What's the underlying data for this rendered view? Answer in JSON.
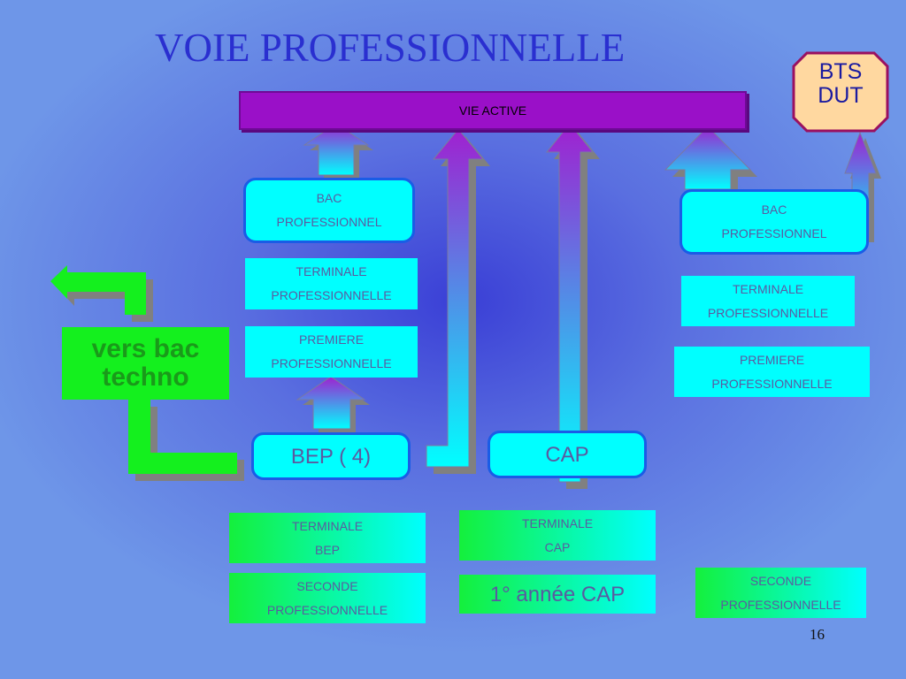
{
  "title": "VOIE PROFESSIONNELLE",
  "vie_active": "VIE ACTIVE",
  "bts_dut": [
    "BTS",
    "DUT"
  ],
  "left_column": {
    "bac_pro": [
      "BAC",
      "PROFESSIONNEL"
    ],
    "terminale_pro": [
      "TERMINALE",
      "PROFESSIONNELLE"
    ],
    "premiere_pro": [
      "PREMIERE",
      "PROFESSIONNELLE"
    ],
    "bep": "BEP ( 4)",
    "terminale_bep": [
      "TERMINALE",
      "BEP"
    ],
    "seconde_pro": [
      "SECONDE",
      "PROFESSIONNELLE"
    ]
  },
  "middle_column": {
    "cap": "CAP",
    "terminale_cap": [
      "TERMINALE",
      "CAP"
    ],
    "premiere_annee_cap": "1° année CAP"
  },
  "right_column": {
    "bac_pro": [
      "BAC",
      "PROFESSIONNEL"
    ],
    "terminale_pro": [
      "TERMINALE",
      "PROFESSIONNELLE"
    ],
    "premiere_pro": [
      "PREMIERE",
      "PROFESSIONNELLE"
    ],
    "seconde_pro": [
      "SECONDE",
      "PROFESSIONNELLE"
    ]
  },
  "vers_bac_techno": [
    "vers bac",
    "techno"
  ],
  "page_number": "16",
  "colors": {
    "background": "#5a6fe0",
    "title": "#2a2fd0",
    "vie_active": "#9a10c8",
    "box_cyan": "#00ffff",
    "box_green": "#14f03c",
    "box_border": "#1a5ce6",
    "bts_fill": "#ffd8a0",
    "bts_border": "#9a1060",
    "text": "#5a5aa0"
  }
}
